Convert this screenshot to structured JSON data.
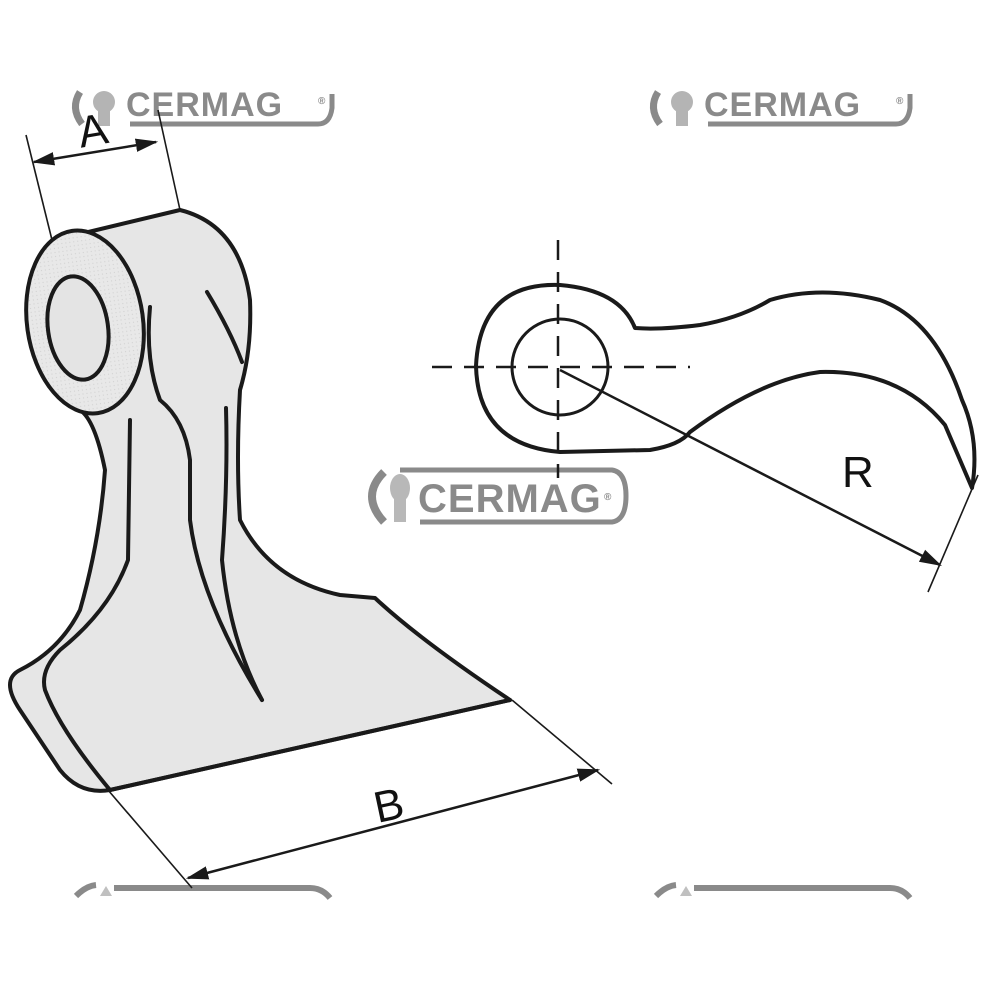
{
  "diagram": {
    "subject": "flail mower hammer blade",
    "dimensions": {
      "a": "A",
      "b": "B",
      "r": "R"
    }
  },
  "watermarks": {
    "brand": "CERMAG",
    "registered_mark": "®",
    "color": "#8a8a8a"
  },
  "colors": {
    "line": "#1a1a1a",
    "part_fill": "#e6e6e6",
    "background": "#ffffff"
  }
}
